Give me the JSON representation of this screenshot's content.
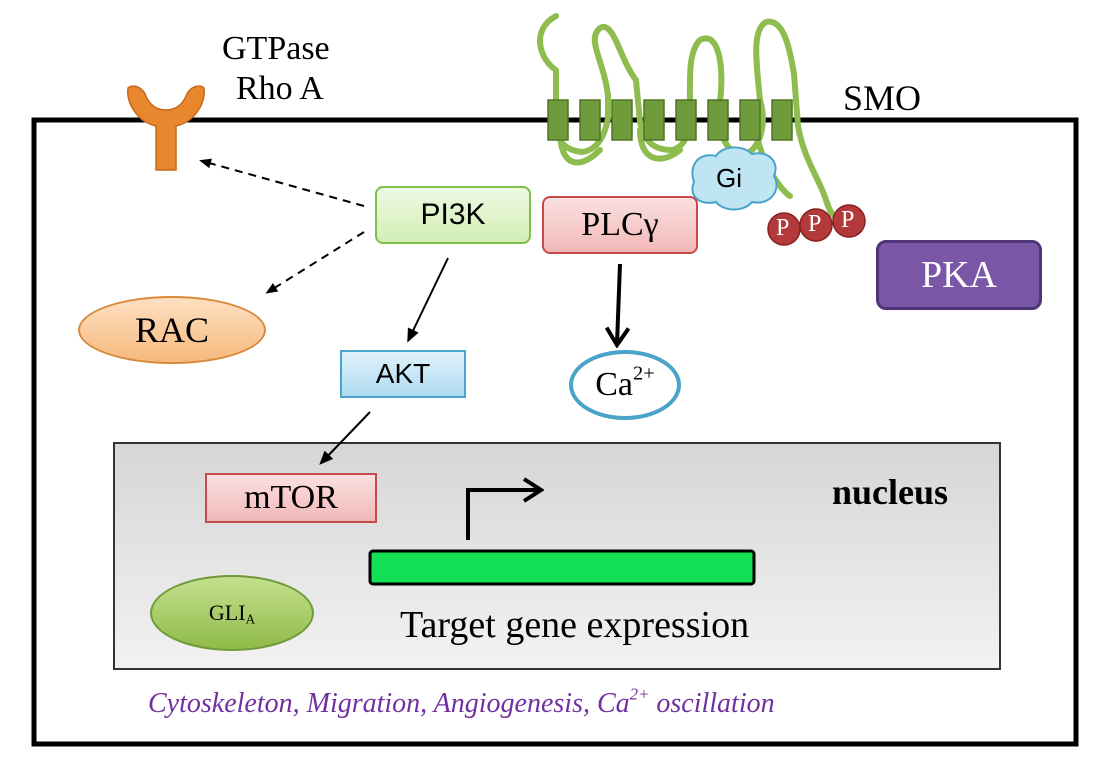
{
  "labels": {
    "gtpase_line1": "GTPase",
    "gtpase_line2": "Rho A",
    "smo": "SMO",
    "gi": "Gi",
    "phospho": "P",
    "pka": "PKA",
    "pi3k": "PI3K",
    "plc": "PLC",
    "plc_greek": "γ",
    "rac": "RAC",
    "akt": "AKT",
    "ca_base": "Ca",
    "ca_charge": "2+",
    "mtor": "mTOR",
    "nucleus": "nucleus",
    "gli_base": "GLI",
    "gli_sub": "A",
    "target_gene": "Target gene expression",
    "caption_main": "Cytoskeleton, Migration, Angiogenesis, Ca",
    "caption_sup": "2+",
    "caption_tail": " oscillation"
  },
  "colors": {
    "smo_membrane": "#8fbc4f",
    "smo_segment": "#6f9a3a",
    "rho_receptor": "#e8872e",
    "gi": "#bfe4f2",
    "phospho": "#b33a3a",
    "pka": "#7a56a6",
    "pi3k": "#dff5c8",
    "plc": "#f6c8c8",
    "rac": "#f9c99a",
    "akt": "#c6e7f6",
    "ca_ring": "#4aa3c8",
    "mtor": "#f6c8c8",
    "nucleus": "#e4e4e4",
    "gli": "#a6cc62",
    "gene_bar": "#14e055",
    "caption": "#7030a0"
  }
}
